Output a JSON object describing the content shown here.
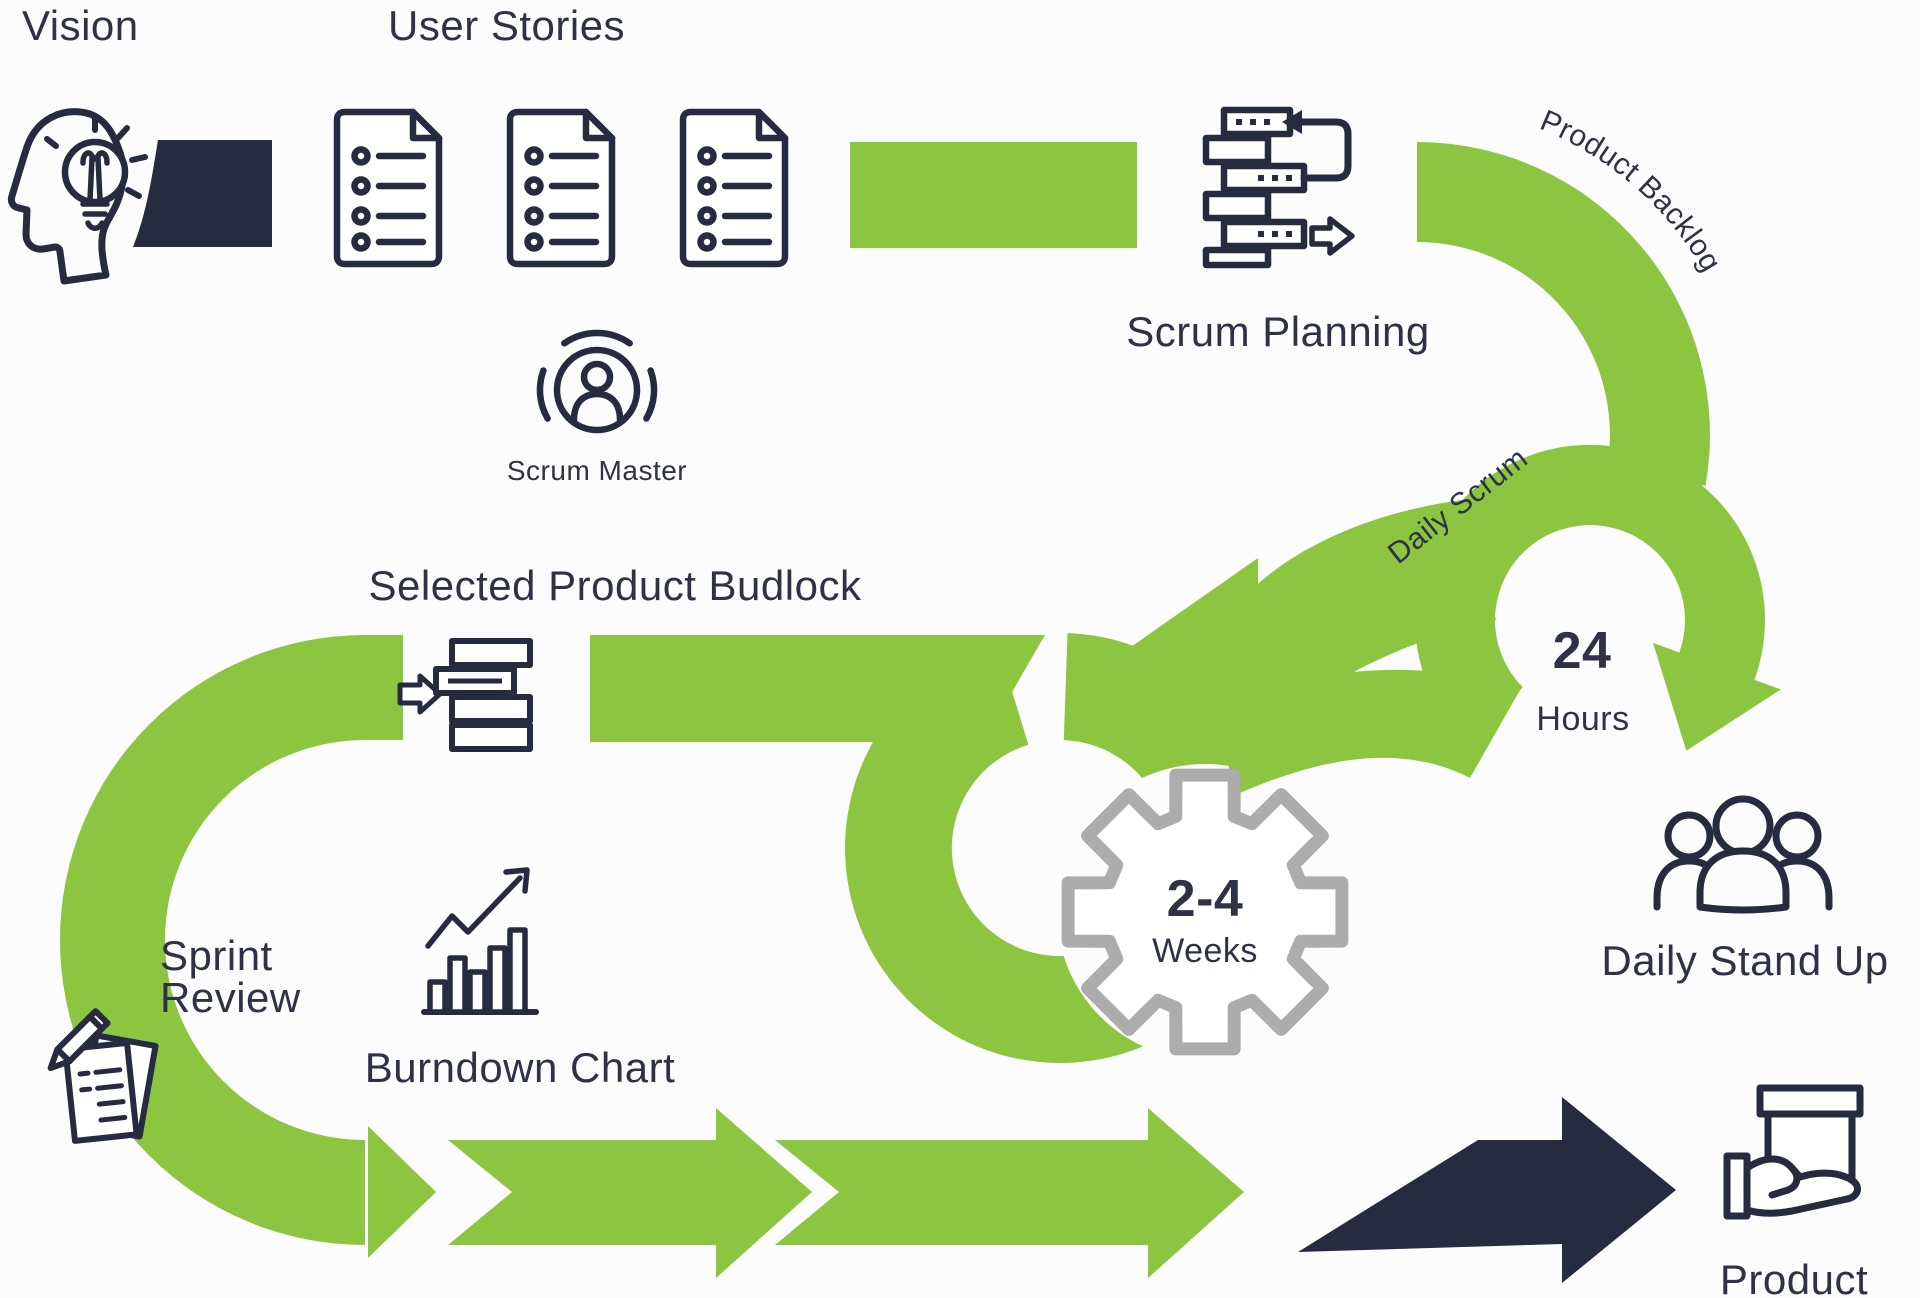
{
  "title": "Scrum Process Diagram",
  "colors": {
    "background": "#FCFCFC",
    "accent_green": "#8CC540",
    "dark_navy": "#262B40",
    "text_navy": "#2E3244",
    "gear_gray": "#ACACAC"
  },
  "labels": {
    "vision": "Vision",
    "user_stories": "User Stories",
    "scrum_planning": "Scrum Planning",
    "product_backlog": "Product Backlog",
    "scrum_master": "Scrum Master",
    "selected_product_backlog": "Selected Product Budlock",
    "daily_scrum": "Daily Scrum",
    "daily_loop_value": "24",
    "daily_loop_unit": "Hours",
    "daily_stand_up": "Daily Stand Up",
    "sprint_review_line1": "Sprint",
    "sprint_review_line2": "Review",
    "burndown_chart": "Burndown Chart",
    "sprint_length_value": "2-4",
    "sprint_length_unit": "Weeks",
    "product": "Product"
  },
  "icons": {
    "vision": "head-lightbulb-icon",
    "user_stories": "document-list-icon",
    "scrum_planning": "backlog-stack-loop-icon",
    "scrum_master": "person-circle-icon",
    "selected_product_backlog": "arrow-into-bars-icon",
    "sprint_review": "notepad-pencil-icon",
    "burndown_chart": "bar-chart-trend-icon",
    "sprint_cycle": "gear-icon",
    "daily_stand_up": "people-group-icon",
    "product": "hand-holding-box-icon"
  }
}
